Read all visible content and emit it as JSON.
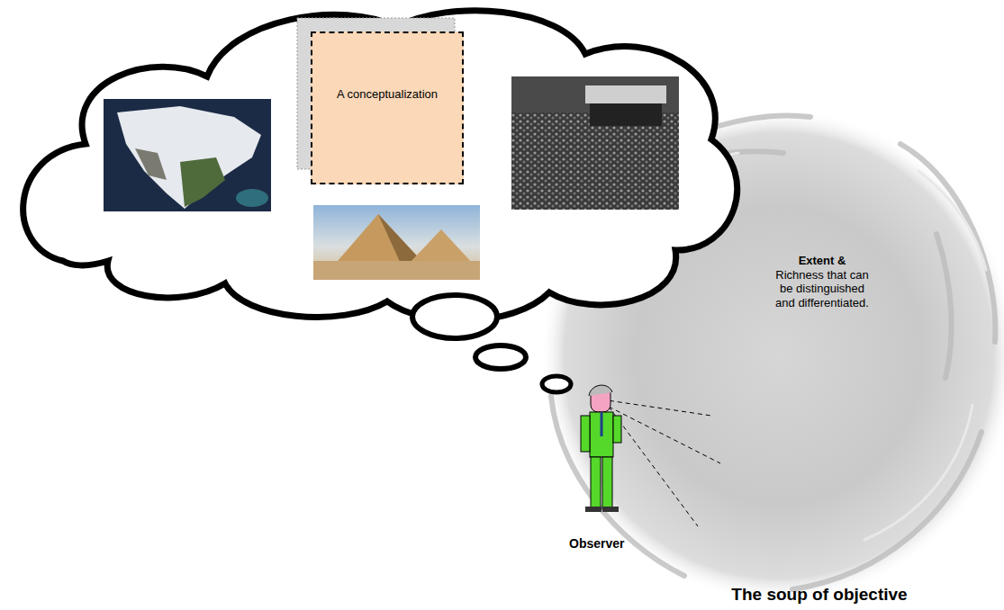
{
  "diagram": {
    "nodes": [
      {
        "text": [
          "A conceptualization"
        ]
      }
    ],
    "labels": [
      "Extent & Richness that can be distinguished and differentiated.",
      "Observer",
      "The soup of objective"
    ]
  }
}
